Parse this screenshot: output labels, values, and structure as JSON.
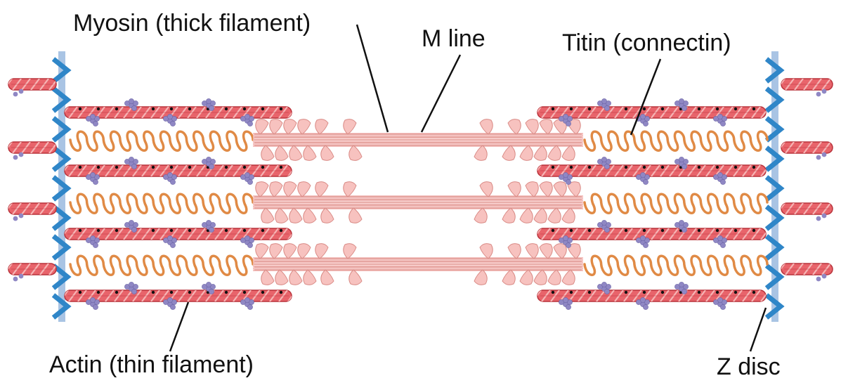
{
  "labels": {
    "myosin": "Myosin (thick filament)",
    "m_line": "M line",
    "titin": "Titin (connectin)",
    "actin": "Actin (thin filament)",
    "z_disc": "Z disc"
  },
  "colors": {
    "actin_fill": "#e8646b",
    "actin_stripe": "#f6b5b5",
    "actin_edge": "#b8323a",
    "troponin": "#8f87c4",
    "tropomyosin_dot": "#111111",
    "titin": "#e08a45",
    "myosin_fill": "#f7c2bf",
    "myosin_edge": "#d98a85",
    "z_disc_bar": "#a9c4e4",
    "z_disc_chevron": "#2f86c8",
    "leader": "#111111"
  }
}
